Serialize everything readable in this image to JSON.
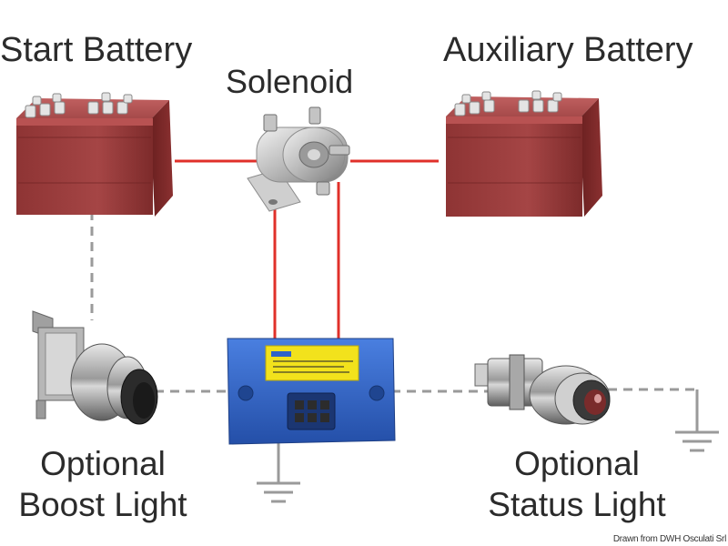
{
  "labels": {
    "start_battery": "Start Battery",
    "auxiliary_battery": "Auxiliary Battery",
    "solenoid": "Solenoid",
    "boost_light_line1": "Optional",
    "boost_light_line2": "Boost Light",
    "status_light_line1": "Optional",
    "status_light_line2": "Status Light",
    "credit": "Drawn from DWH Osculati Srl"
  },
  "colors": {
    "power_wire": "#e0302a",
    "signal_wire": "#9a9a9a",
    "battery_body": "#9b3a3a",
    "battery_dark": "#6e2323",
    "controller_body": "#2f63c8",
    "controller_label": "#f2e21c"
  }
}
